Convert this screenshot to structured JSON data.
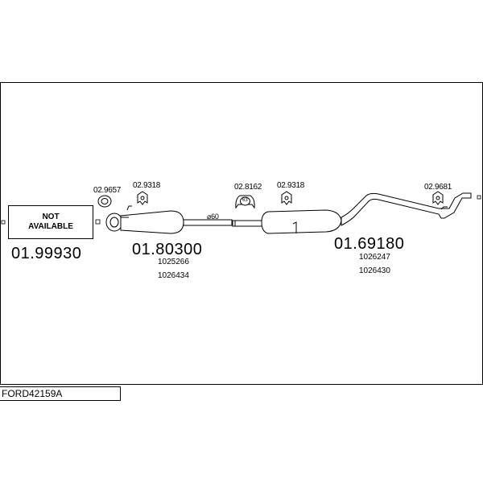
{
  "diagram": {
    "title": "FORD42159A",
    "not_available": {
      "line1": "NOT",
      "line2": "AVAILABLE",
      "part_number": "01.99930"
    },
    "front_silencer": {
      "part_number": "01.80300",
      "oe_refs": [
        "1025266",
        "1026434"
      ],
      "pipe_diameter": "⌀60"
    },
    "rear_silencer": {
      "part_number": "01.69180",
      "oe_refs": [
        "1026247",
        "1026430"
      ]
    },
    "accessories": [
      {
        "code": "02.9657"
      },
      {
        "code": "02.9318"
      },
      {
        "code": "02.8162"
      },
      {
        "code": "02.9318"
      },
      {
        "code": "02.9681"
      }
    ],
    "clamp_label": "63"
  }
}
